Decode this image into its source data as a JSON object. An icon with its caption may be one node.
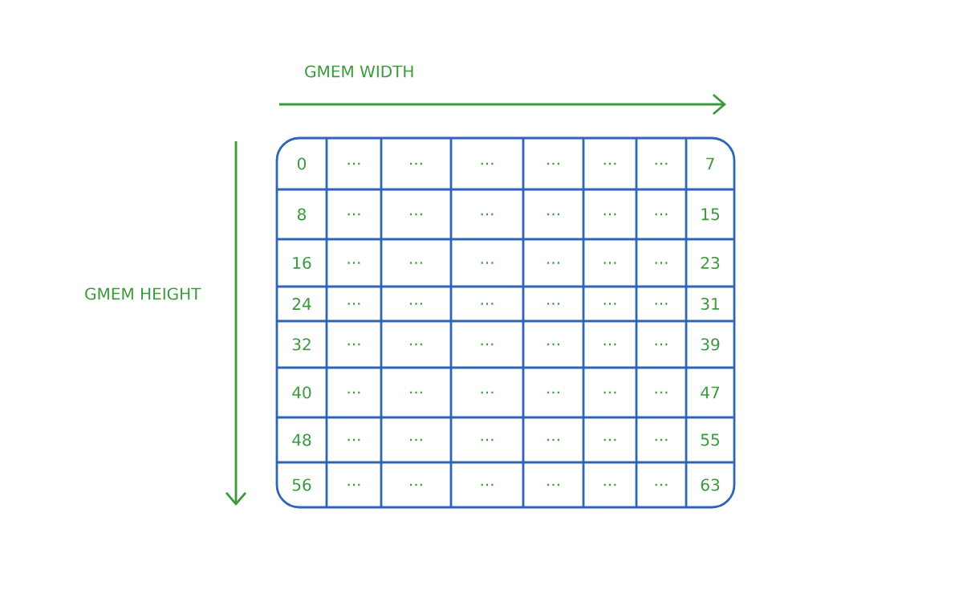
{
  "diagram": {
    "labels": [
      "GMEM WIDTH",
      "GMEM HEIGHT",
      "0",
      "...",
      "...",
      "...",
      "...",
      "...",
      "...",
      "7",
      "8",
      "...",
      "...",
      "...",
      "...",
      "...",
      "...",
      "15",
      "16",
      "...",
      "...",
      "...",
      "...",
      "...",
      "...",
      "23",
      "24",
      "...",
      "...",
      "...",
      "...",
      "...",
      "...",
      "31",
      "32",
      "...",
      "...",
      "...",
      "...",
      "...",
      "...",
      "39",
      "40",
      "...",
      "...",
      "...",
      "...",
      "...",
      "...",
      "47",
      "48",
      "...",
      "...",
      "...",
      "...",
      "...",
      "...",
      "55",
      "56",
      "...",
      "...",
      "...",
      "...",
      "...",
      "...",
      "63"
    ]
  }
}
